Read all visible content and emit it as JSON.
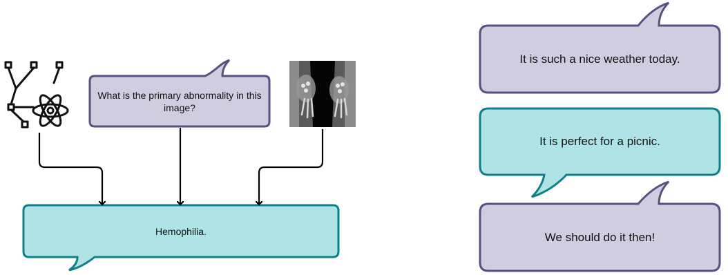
{
  "left_panel": {
    "question": "What is the primary abnormality in this image?",
    "answer": "Hemophilia.",
    "icons": [
      "neural-network-atom-icon"
    ],
    "image": "x-ray-hands"
  },
  "right_panel": {
    "messages": [
      "It is such a nice weather today.",
      "It is perfect for a picnic.",
      "We should do it then!"
    ]
  },
  "colors": {
    "purple_fill": "#d0cde1",
    "purple_stroke": "#56517e",
    "teal_fill": "#b0e3e6",
    "teal_stroke": "#0e8088",
    "arrow": "#000000"
  }
}
